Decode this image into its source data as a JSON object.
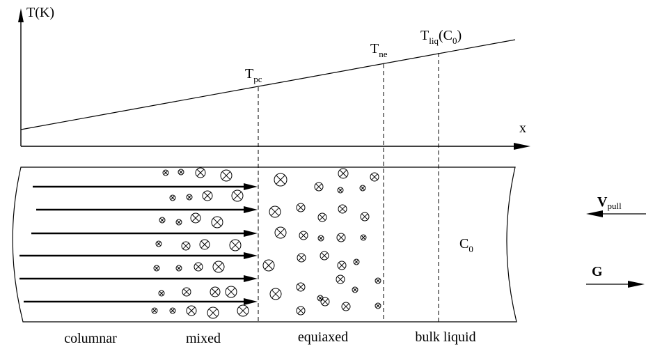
{
  "axes": {
    "y_label": "T(K)",
    "x_label": "x"
  },
  "temperature_marks": {
    "t_pc": {
      "base": "T",
      "sub": "pc"
    },
    "t_ne": {
      "base": "T",
      "sub": "ne"
    },
    "t_liq": {
      "base": "T",
      "sub": "liq",
      "suffix_open": "(C",
      "suffix_sub": "0",
      "suffix_close": ")"
    }
  },
  "zones": {
    "columnar": "columnar",
    "mixed": "mixed",
    "equiaxed": "equiaxed",
    "bulk_liquid": "bulk liquid"
  },
  "concentration": {
    "base": "C",
    "sub": "0"
  },
  "vectors": {
    "v_pull": {
      "base": "V",
      "sub": "pull"
    },
    "g": "G"
  },
  "colors": {
    "line": "#000000",
    "background": "#ffffff"
  }
}
